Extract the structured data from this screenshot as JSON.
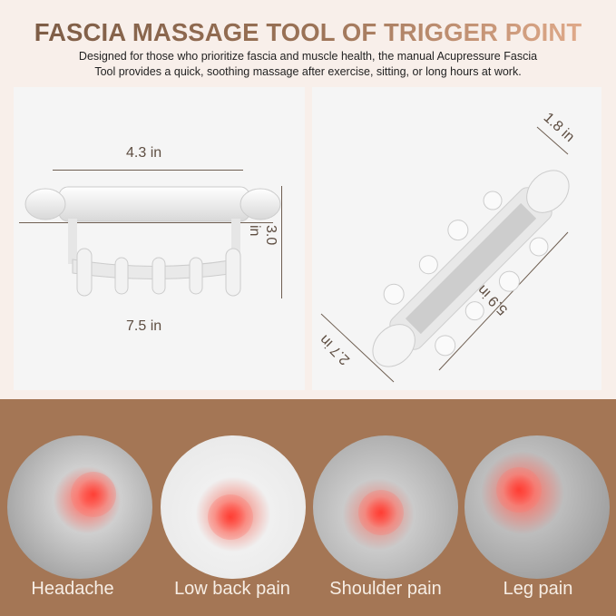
{
  "header": {
    "title": "FASCIA MASSAGE TOOL OF TRIGGER POINT",
    "subtitle_line1": "Designed for those who prioritize fascia and muscle health, the manual Acupressure Fascia",
    "subtitle_line2": "Tool provides a quick, soothing massage after exercise, sitting, or long hours at work."
  },
  "dimensions": {
    "front_view": {
      "top_width": "4.3 in",
      "height": "3.0 in",
      "total_length": "7.5 in"
    },
    "top_view": {
      "width": "1.8 in",
      "length": "5.9 in",
      "span": "2.7 in"
    }
  },
  "uses": [
    {
      "label": "Headache",
      "image": "man-holding-head-photo"
    },
    {
      "label": "Low back pain",
      "image": "hands-on-lower-back-photo"
    },
    {
      "label": "Shoulder pain",
      "image": "hand-on-shoulder-photo"
    },
    {
      "label": "Leg pain",
      "image": "hands-on-knee-photo"
    }
  ],
  "colors": {
    "background": "#f8efea",
    "panel": "#f5f5f5",
    "band": "#a47655",
    "title_start": "#7a5a44",
    "title_end": "#e8b090",
    "pain_red": "#ff4a40"
  }
}
